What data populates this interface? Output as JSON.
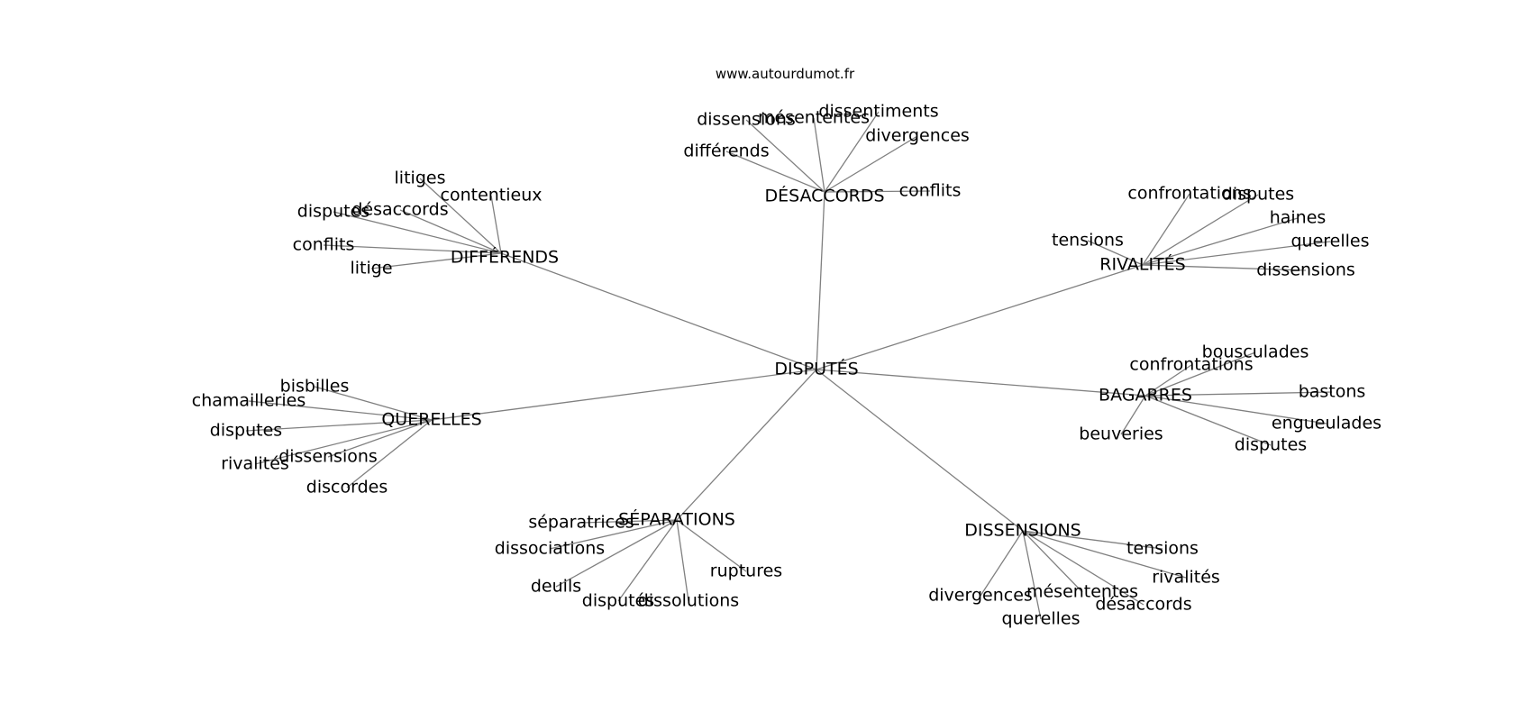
{
  "source": "www.autourdumot.fr",
  "center": "DISPUTÉS",
  "clusters": [
    {
      "label": "DÉSACCORDS",
      "terms": [
        "dissensions",
        "mésententes",
        "dissentiments",
        "divergences",
        "différends",
        "conflits"
      ]
    },
    {
      "label": "DIFFÉRENDS",
      "terms": [
        "litiges",
        "contentieux",
        "disputes",
        "désaccords",
        "conflits",
        "litige"
      ]
    },
    {
      "label": "RIVALITÉS",
      "terms": [
        "confrontations",
        "disputes",
        "haines",
        "tensions",
        "querelles",
        "dissensions"
      ]
    },
    {
      "label": "QUERELLES",
      "terms": [
        "bisbilles",
        "chamailleries",
        "disputes",
        "dissensions",
        "rivalités",
        "discordes"
      ]
    },
    {
      "label": "BAGARRES",
      "terms": [
        "bousculades",
        "confrontations",
        "bastons",
        "engueulades",
        "beuveries",
        "disputes"
      ]
    },
    {
      "label": "SÉPARATIONS",
      "terms": [
        "séparatrices",
        "dissociations",
        "ruptures",
        "deuils",
        "disputés",
        "dissolutions"
      ]
    },
    {
      "label": "DISSENSIONS",
      "terms": [
        "tensions",
        "rivalités",
        "mésententes",
        "désaccords",
        "divergences",
        "querelles"
      ]
    }
  ]
}
